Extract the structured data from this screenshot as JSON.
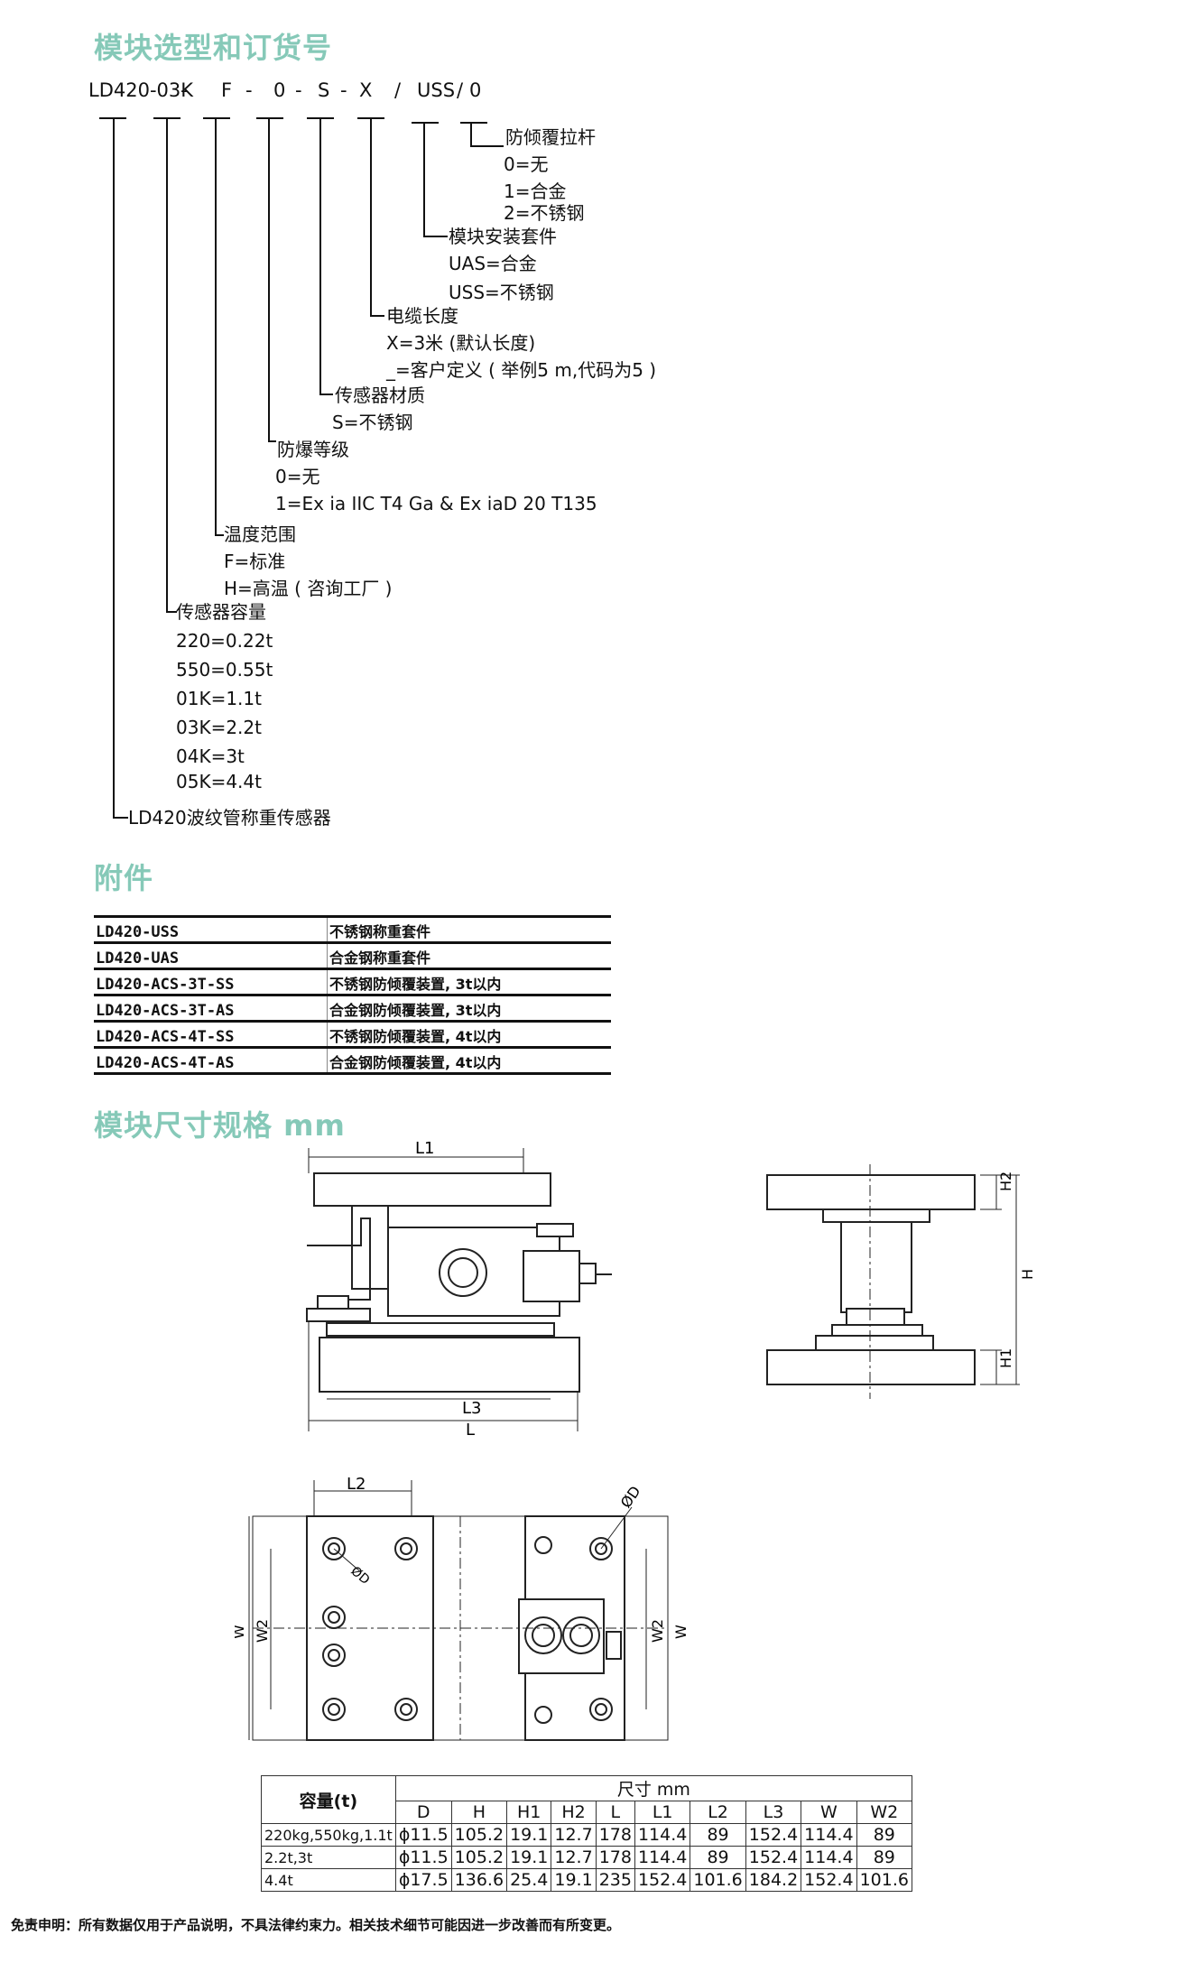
{
  "sections": {
    "ordering_title": "模块选型和订货号",
    "accessories_title": "附件",
    "dimensions_title": "模块尺寸规格 mm"
  },
  "order_code": {
    "model": "LD420-03K",
    "sep1": "-",
    "temp": "F",
    "sep2": "-",
    "ex": "0",
    "sep3": "-",
    "material": "S",
    "sep4": "-",
    "cable": "X",
    "slash1": "/",
    "kit": "USS",
    "slash2": "/",
    "tilt": "0"
  },
  "tree": {
    "tilt": {
      "title": "防倾覆拉杆",
      "options": [
        "0=无",
        "1=合金",
        "2=不锈钢"
      ]
    },
    "kit": {
      "title": "模块安装套件",
      "options": [
        "UAS=合金",
        "USS=不锈钢"
      ]
    },
    "cable": {
      "title": "电缆长度",
      "options": [
        "X=3米 (默认长度)",
        "_=客户定义 ( 举例5 m,代码为5 )"
      ]
    },
    "material": {
      "title": "传感器材质",
      "options": [
        "S=不锈钢"
      ]
    },
    "ex": {
      "title": "防爆等级",
      "options": [
        "0=无",
        "1=Ex ia IIC T4 Ga & Ex iaD 20 T135"
      ]
    },
    "temp": {
      "title": "温度范围",
      "options": [
        "F=标准",
        "H=高温 ( 咨询工厂 )"
      ]
    },
    "capacity": {
      "title": "传感器容量",
      "options": [
        "220=0.22t",
        "550=0.55t",
        "01K=1.1t",
        "03K=2.2t",
        "04K=3t",
        "05K=4.4t"
      ]
    },
    "model": {
      "title": "LD420波纹管称重传感器"
    }
  },
  "accessories": [
    {
      "code": "LD420-USS",
      "desc": "不锈钢称重套件"
    },
    {
      "code": "LD420-UAS",
      "desc": "合金钢称重套件"
    },
    {
      "code": "LD420-ACS-3T-SS",
      "desc": "不锈钢防倾覆装置, 3t以内"
    },
    {
      "code": "LD420-ACS-3T-AS",
      "desc": "合金钢防倾覆装置, 3t以内"
    },
    {
      "code": "LD420-ACS-4T-SS",
      "desc": "不锈钢防倾覆装置, 4t以内"
    },
    {
      "code": "LD420-ACS-4T-AS",
      "desc": "合金钢防倾覆装置, 4t以内"
    }
  ],
  "drawing_labels": {
    "L1": "L1",
    "L3": "L3",
    "L": "L",
    "H2": "H2",
    "H": "H",
    "H1": "H1",
    "L2": "L2",
    "D": "ØD",
    "W": "W",
    "W2": "W2"
  },
  "dim_table": {
    "capacity_header": "容量(t)",
    "size_header": "尺寸 mm",
    "columns": [
      "D",
      "H",
      "H1",
      "H2",
      "L",
      "L1",
      "L2",
      "L3",
      "W",
      "W2"
    ],
    "rows": [
      {
        "capacity": "220kg,550kg,1.1t",
        "values": [
          "ϕ11.5",
          "105.2",
          "19.1",
          "12.7",
          "178",
          "114.4",
          "89",
          "152.4",
          "114.4",
          "89"
        ]
      },
      {
        "capacity": "2.2t,3t",
        "values": [
          "ϕ11.5",
          "105.2",
          "19.1",
          "12.7",
          "178",
          "114.4",
          "89",
          "152.4",
          "114.4",
          "89"
        ]
      },
      {
        "capacity": "4.4t",
        "values": [
          "ϕ17.5",
          "136.6",
          "25.4",
          "19.1",
          "235",
          "152.4",
          "101.6",
          "184.2",
          "152.4",
          "101.6"
        ]
      }
    ]
  },
  "disclaimer": "免责申明：所有数据仅用于产品说明，不具法律约束力。相关技术细节可能因进一步改善而有所变更。"
}
